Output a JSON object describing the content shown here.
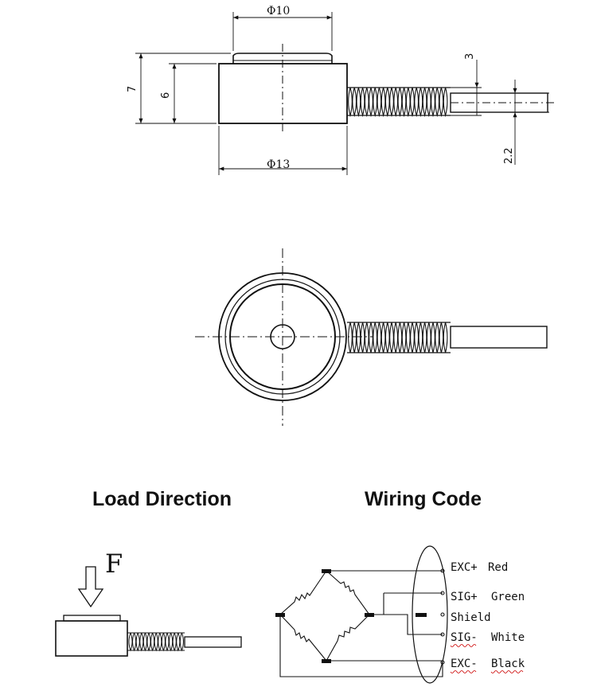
{
  "side_view": {
    "dim_top_diameter": "Φ10",
    "dim_bottom_diameter": "Φ13",
    "dim_height_total": "7",
    "dim_height_body": "6",
    "dim_button_height": "3",
    "dim_cable_diameter": "2.2"
  },
  "headings": {
    "load_direction": "Load Direction",
    "wiring_code": "Wiring Code"
  },
  "load_direction": {
    "force_label": "F"
  },
  "wiring": {
    "wires": [
      {
        "code": "EXC+",
        "color": "Red"
      },
      {
        "code": "SIG+",
        "color": "Green"
      },
      {
        "code": "Shield",
        "color": ""
      },
      {
        "code": "SIG-",
        "color": "White"
      },
      {
        "code": "EXC-",
        "color": "Black"
      }
    ]
  }
}
